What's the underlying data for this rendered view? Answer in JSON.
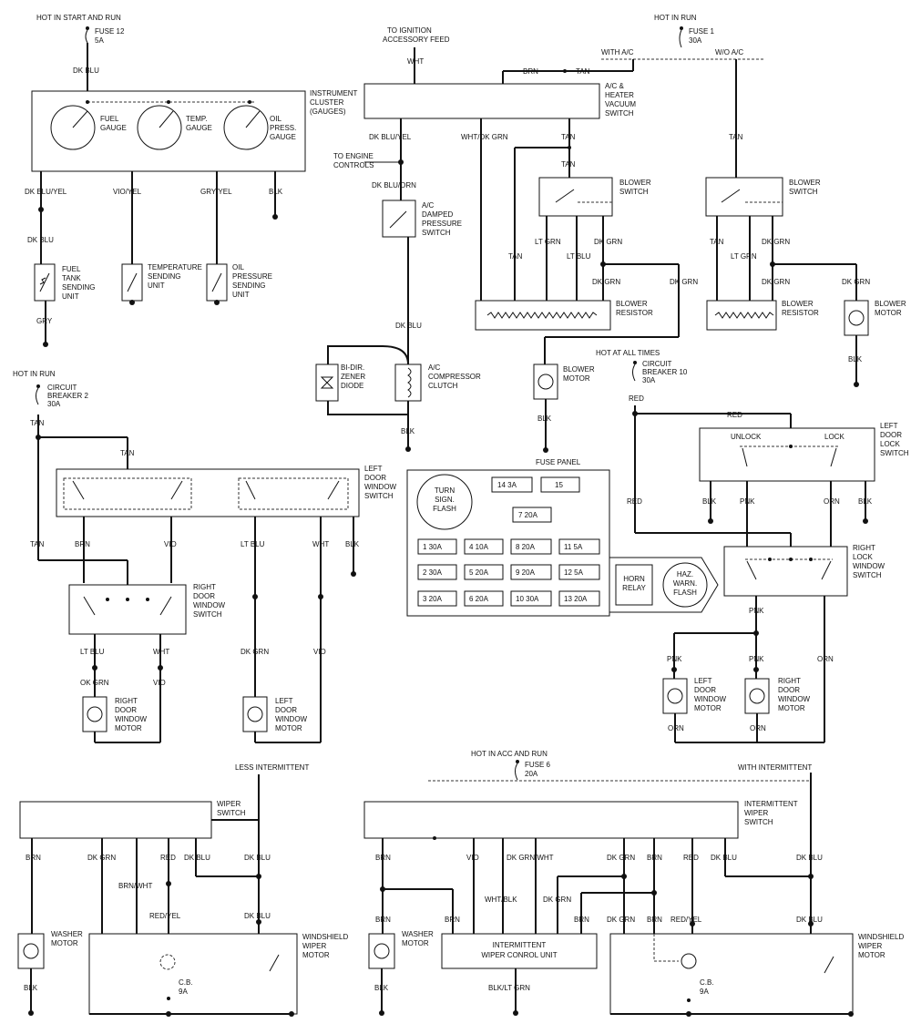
{
  "labels": {
    "hot_start_run": "HOT IN START AND RUN",
    "fuse12": "FUSE 12",
    "fuse12_rating": "5A",
    "dk_blu_top": "DK BLU",
    "instrument_cluster": [
      "INSTRUMENT",
      "CLUSTER",
      "(GAUGES)"
    ],
    "fuel_gauge": [
      "FUEL",
      "GAUGE"
    ],
    "temp_gauge": [
      "TEMP.",
      "GAUGE"
    ],
    "oil_gauge": [
      "OIL",
      "PRESS.",
      "GAUGE"
    ],
    "dk_blu_yel": "DK BLU/YEL",
    "vio_yel": "VIO/YEL",
    "gry_yel": "GRY/YEL",
    "blk_cluster": "BLK",
    "dk_blu_mid": "DK BLU",
    "fuel_tank_unit": [
      "FUEL",
      "TANK",
      "SENDING",
      "UNIT"
    ],
    "temp_unit": [
      "TEMPERATURE",
      "SENDING",
      "UNIT"
    ],
    "oil_unit": [
      "OIL",
      "PRESSURE",
      "SENDING",
      "UNIT"
    ],
    "gry": "GRY",
    "ign_feed": [
      "TO IGNITION",
      "ACCESSORY FEED"
    ],
    "wht_ign": "WHT",
    "hot_run_fuse1": "HOT IN RUN",
    "fuse1": "FUSE 1",
    "fuse1_rating": "30A",
    "with_ac": "WITH A/C",
    "wo_ac": "W/O A/C",
    "brn_ac": "BRN",
    "tan_ac": "TAN",
    "vacuum_switch": [
      "A/C &",
      "HEATER",
      "VACUUM",
      "SWITCH"
    ],
    "dk_blu_yel_ac": "DK BLU/YEL",
    "wht_dk_grn": "WHT/DK GRN",
    "tan_vs": "TAN",
    "tan_vs2": "TAN",
    "engine_controls": [
      "TO ENGINE",
      "CONTROLS"
    ],
    "dk_blu_orn": "DK BLU/ORN",
    "ac_pressure_switch": [
      "A/C",
      "DAMPED",
      "PRESSURE",
      "SWITCH"
    ],
    "blower_switch1": [
      "BLOWER",
      "SWITCH"
    ],
    "lt_grn1": "LT GRN",
    "lt_blu1": "LT BLU",
    "dk_grn1": "DK GRN",
    "tan_b1": "TAN",
    "dk_grn1b": "DK GRN",
    "dk_grn1c": "DK GRN",
    "blower_resistor1": [
      "BLOWER",
      "RESISTOR"
    ],
    "tan_woac": "TAN",
    "blower_switch2": [
      "BLOWER",
      "SWITCH"
    ],
    "tan_b2": "TAN",
    "dk_grn2": "DK GRN",
    "lt_grn2": "LT GRN",
    "dk_grn2b": "DK GRN",
    "dk_grn2c": "DK GRN",
    "blower_resistor2": [
      "BLOWER",
      "RESISTOR"
    ],
    "blower_motor2": [
      "BLOWER",
      "MOTOR"
    ],
    "blk_bm2": "BLK",
    "dk_blu_ac": "DK BLU",
    "zener": [
      "BI-DIR.",
      "ZENER",
      "DIODE"
    ],
    "compressor": [
      "A/C",
      "COMPRESSOR",
      "CLUTCH"
    ],
    "blk_ac": "BLK",
    "blower_motor1": [
      "BLOWER",
      "MOTOR"
    ],
    "blk_bm1": "BLK",
    "hot_at_all_times": "HOT AT ALL TIMES",
    "cb10": [
      "CIRCUIT",
      "BREAKER 10",
      "30A"
    ],
    "red_top": "RED",
    "red_line": "RED",
    "unlock": "UNLOCK",
    "lock": "LOCK",
    "left_lock_switch": [
      "LEFT",
      "DOOR",
      "LOCK",
      "SWITCH"
    ],
    "blk_ll1": "BLK",
    "pnk_ll": "PNK",
    "orn_ll": "ORN",
    "blk_ll2": "BLK",
    "red_down": "RED",
    "right_lock_switch": [
      "RIGHT",
      "LOCK",
      "WINDOW",
      "SWITCH"
    ],
    "pnk_rl": "PNK",
    "pnk_l": "PNK",
    "pnk_r": "PNK",
    "orn_rl": "ORN",
    "left_lock_motor": [
      "LEFT",
      "DOOR",
      "WINDOW",
      "MOTOR"
    ],
    "right_lock_motor": [
      "RIGHT",
      "DOOR",
      "WINDOW",
      "MOTOR"
    ],
    "orn_m1": "ORN",
    "orn_m2": "ORN",
    "fuse_panel": "FUSE PANEL",
    "turn_flash": [
      "TURN",
      "SIGN.",
      "FLASH"
    ],
    "fuses": [
      "14 3A",
      "15",
      "7 20A",
      "1 30A",
      "4 10A",
      "8 20A",
      "11 5A",
      "2 30A",
      "5 20A",
      "9 20A",
      "12 5A",
      "3 20A",
      "6 20A",
      "10 30A",
      "13 20A"
    ],
    "horn_relay": [
      "HORN",
      "RELAY"
    ],
    "haz_flash": [
      "HAZ.",
      "WARN.",
      "FLASH"
    ],
    "hot_run_cb2": "HOT IN RUN",
    "cb2": [
      "CIRCUIT",
      "BREAKER 2",
      "30A"
    ],
    "tan_cb2": "TAN",
    "tan_top": "TAN",
    "left_window_switch": [
      "LEFT",
      "DOOR",
      "WINDOW",
      "SWITCH"
    ],
    "tan_lw": "TAN",
    "brn_lw": "BRN",
    "vio_lw": "VIO",
    "lt_blu_lw": "LT BLU",
    "wht_lw": "WHT",
    "blk_lw": "BLK",
    "right_window_switch": [
      "RIGHT",
      "DOOR",
      "WINDOW",
      "SWITCH"
    ],
    "lt_blu_rw": "LT BLU",
    "wht_rw": "WHT",
    "dk_grn_lm": "DK GRN",
    "vio_lm": "VIO",
    "ok_grn": "OK GRN",
    "vio_rm": "VIO",
    "right_window_motor": [
      "RIGHT",
      "DOOR",
      "WINDOW",
      "MOTOR"
    ],
    "left_window_motor": [
      "LEFT",
      "DOOR",
      "WINDOW",
      "MOTOR"
    ],
    "less_intermittent": "LESS INTERMITTENT",
    "wiper_switch": [
      "WIPER",
      "SWITCH"
    ],
    "brn_w1": "BRN",
    "dk_grn_w1": "DK GRN",
    "red_w1": "RED",
    "dk_blu_w1": "DK BLU",
    "dk_blu_w1b": "DK BLU",
    "brn_wht": "BRN/WHT",
    "red_yel_w1": "RED/YEL",
    "dk_blu_w1c": "DK BLU",
    "washer_motor1": [
      "WASHER",
      "MOTOR"
    ],
    "wiper_motor1": [
      "WINDSHIELD",
      "WIPER",
      "MOTOR"
    ],
    "cb_w1": [
      "C.B.",
      "9A"
    ],
    "blk_w1": "BLK",
    "hot_acc_run": "HOT IN ACC AND RUN",
    "fuse6": "FUSE 6",
    "fuse6_rating": "20A",
    "with_intermittent": "WITH INTERMITTENT",
    "int_wiper_switch": [
      "INTERMITTENT",
      "WIPER",
      "SWITCH"
    ],
    "brn_w2": "BRN",
    "vio_w2": "VIO",
    "dk_grn_wht": "DK GRN/WHT",
    "dk_grn_w2": "DK GRN",
    "brn_w2b": "BRN",
    "red_w2": "RED",
    "dk_blu_w2": "DK BLU",
    "dk_blu_w2b": "DK BLU",
    "brn_w2c": "BRN",
    "brn_w2d": "BRN",
    "wht_blk": "WHT/BLK",
    "dk_grn_w2b": "DK GRN",
    "brn_w2e": "BRN",
    "dk_grn_w2c": "DK GRN",
    "brn_w2f": "BRN",
    "red_yel_w2": "RED/YEL",
    "dk_blu_w2c": "DK BLU",
    "control_unit": [
      "INTERMITTENT",
      "WIPER CONROL UNIT"
    ],
    "washer_motor2": [
      "WASHER",
      "MOTOR"
    ],
    "wiper_motor2": [
      "WINDSHIELD",
      "WIPER",
      "MOTOR"
    ],
    "cb_w2": [
      "C.B.",
      "9A"
    ],
    "blk_w2": "BLK",
    "blk_lt_grn": "BLK/LT GRN"
  }
}
